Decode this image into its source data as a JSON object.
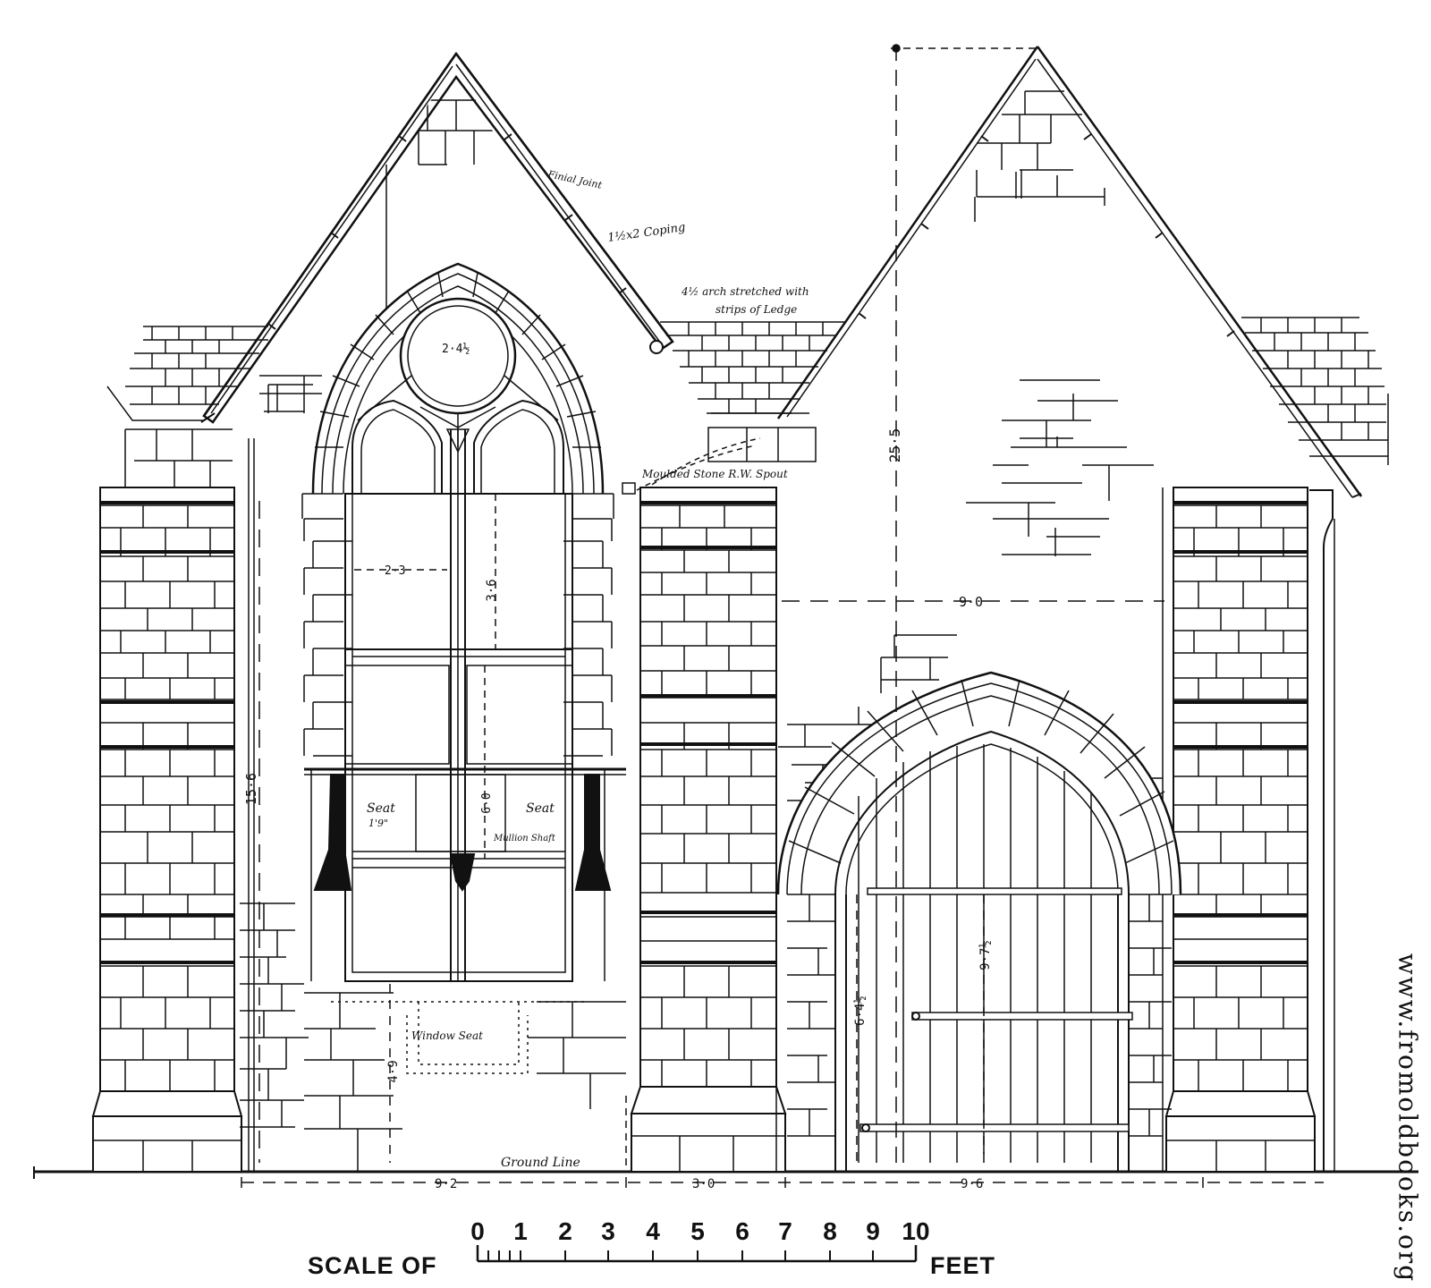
{
  "annotations": {
    "finial": "Finial Joint",
    "coping_top": "1½x2 Coping",
    "roof_note_1": "4½ arch stretched with",
    "roof_note_2": "strips of Ledge",
    "gutter": "Moulded Stone R.W. Spout",
    "window_seat_left": "Seat",
    "window_seat_right": "Seat",
    "seat_small": "1'9\"",
    "mullion_note": "Mullion Shaft",
    "window_seat_below": "Window Seat",
    "ground_line": "Ground Line"
  },
  "dimensions": {
    "circle": "2·4½",
    "light_width": "2·3",
    "light_height": "3·6",
    "sill_height": "6·0",
    "pier_height": "15·6",
    "lower_wall": "4·9",
    "gable_height": "25·5",
    "gable_width": "9·0",
    "door_height_left": "6·4½",
    "door_height_inner": "9·7½",
    "bottom_left": "9·2",
    "bottom_mid": "3·0",
    "bottom_right": "9·6"
  },
  "scale": {
    "label_left": "SCALE OF",
    "label_right": "FEET",
    "numbers": [
      "0",
      "1",
      "2",
      "3",
      "4",
      "5",
      "6",
      "7",
      "8",
      "9",
      "10"
    ]
  },
  "watermark": "www.fromoldbooks.org"
}
